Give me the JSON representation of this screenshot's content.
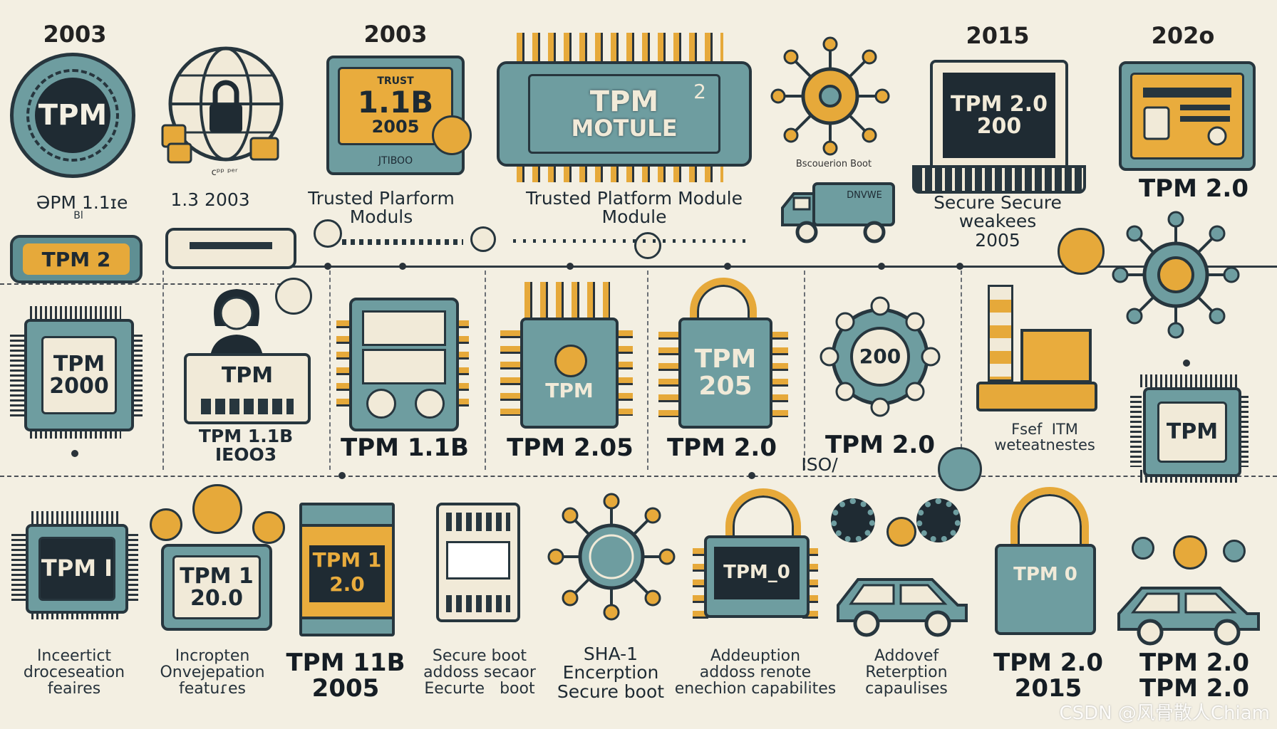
{
  "top_row": {
    "years": [
      "2003",
      "2003",
      "2015",
      "202o"
    ],
    "tpm_circle": "TPM",
    "globe_caption": "ᴄᵖᵖ ᵖᵉʳ",
    "screen1": [
      "TRUST",
      "1.1B",
      "2005"
    ],
    "screen1_footer": "JTIBOO",
    "module_title": [
      "TPM",
      "MOTULE"
    ],
    "module_side": "2",
    "laptop": [
      "TPM 2.0",
      "200"
    ],
    "boot_caption": "Bscouerion Boot",
    "top_right_label": "TPM 2.0",
    "captions": {
      "a": "ƏPM  1.1ɪe",
      "b": "1.3   2003",
      "c": "Trusted Plarform\nModuls",
      "d": "Trusted Platform Module\nModule",
      "e": "Secure Secure\nweakees\n2005",
      "f": "Bl"
    },
    "pill": "TPM 2",
    "truck": "DNVWE"
  },
  "middle_row": {
    "chip1": "TPM\n2000",
    "person_board": "TPM",
    "person_caption": "TPM 1.1B\nIEOO3",
    "label_11b": "TPM 1.1B",
    "chip_yellow": "TPM",
    "label_205": "TPM 2.05",
    "lock_face": "TPM\n205",
    "label_20a": "TPM 2.0",
    "ring": "200",
    "label_20b": "TPM 2.0",
    "iso": "ISO/",
    "factory_caption": "Fsef  ITM\nweteatnestes",
    "chip_right": "TPM"
  },
  "bottom_row": {
    "chip_dark": "TPM I",
    "screen_a": "TPM 1\n20.0",
    "screen_b": "TPM 1\n2.0",
    "lock_dark": "TPM_0",
    "lock_right": "TPM 0",
    "captions": [
      "Inceertict\ndroceseation\nfeaires",
      "Incropten\nOnvejepation\nfeatuɾes",
      "TPM 11B\n2005",
      "Secure boot\naddoss secaor\nEecurte   boot",
      "SHA-1\nEncerption\nSecure boot",
      "Addeuption\naddoss renote\nenechion capabilites",
      "Addovef\nReterption\ncapaulises",
      "TPM 2.0\n2015",
      "TPM 2.0\nTPM 2.0"
    ]
  },
  "watermark": "CSDN @风骨散人Chiam",
  "colors": {
    "background": "#f3efe2",
    "teal": "#6e9da0",
    "amber": "#e6a93a",
    "ink": "#27363e"
  }
}
